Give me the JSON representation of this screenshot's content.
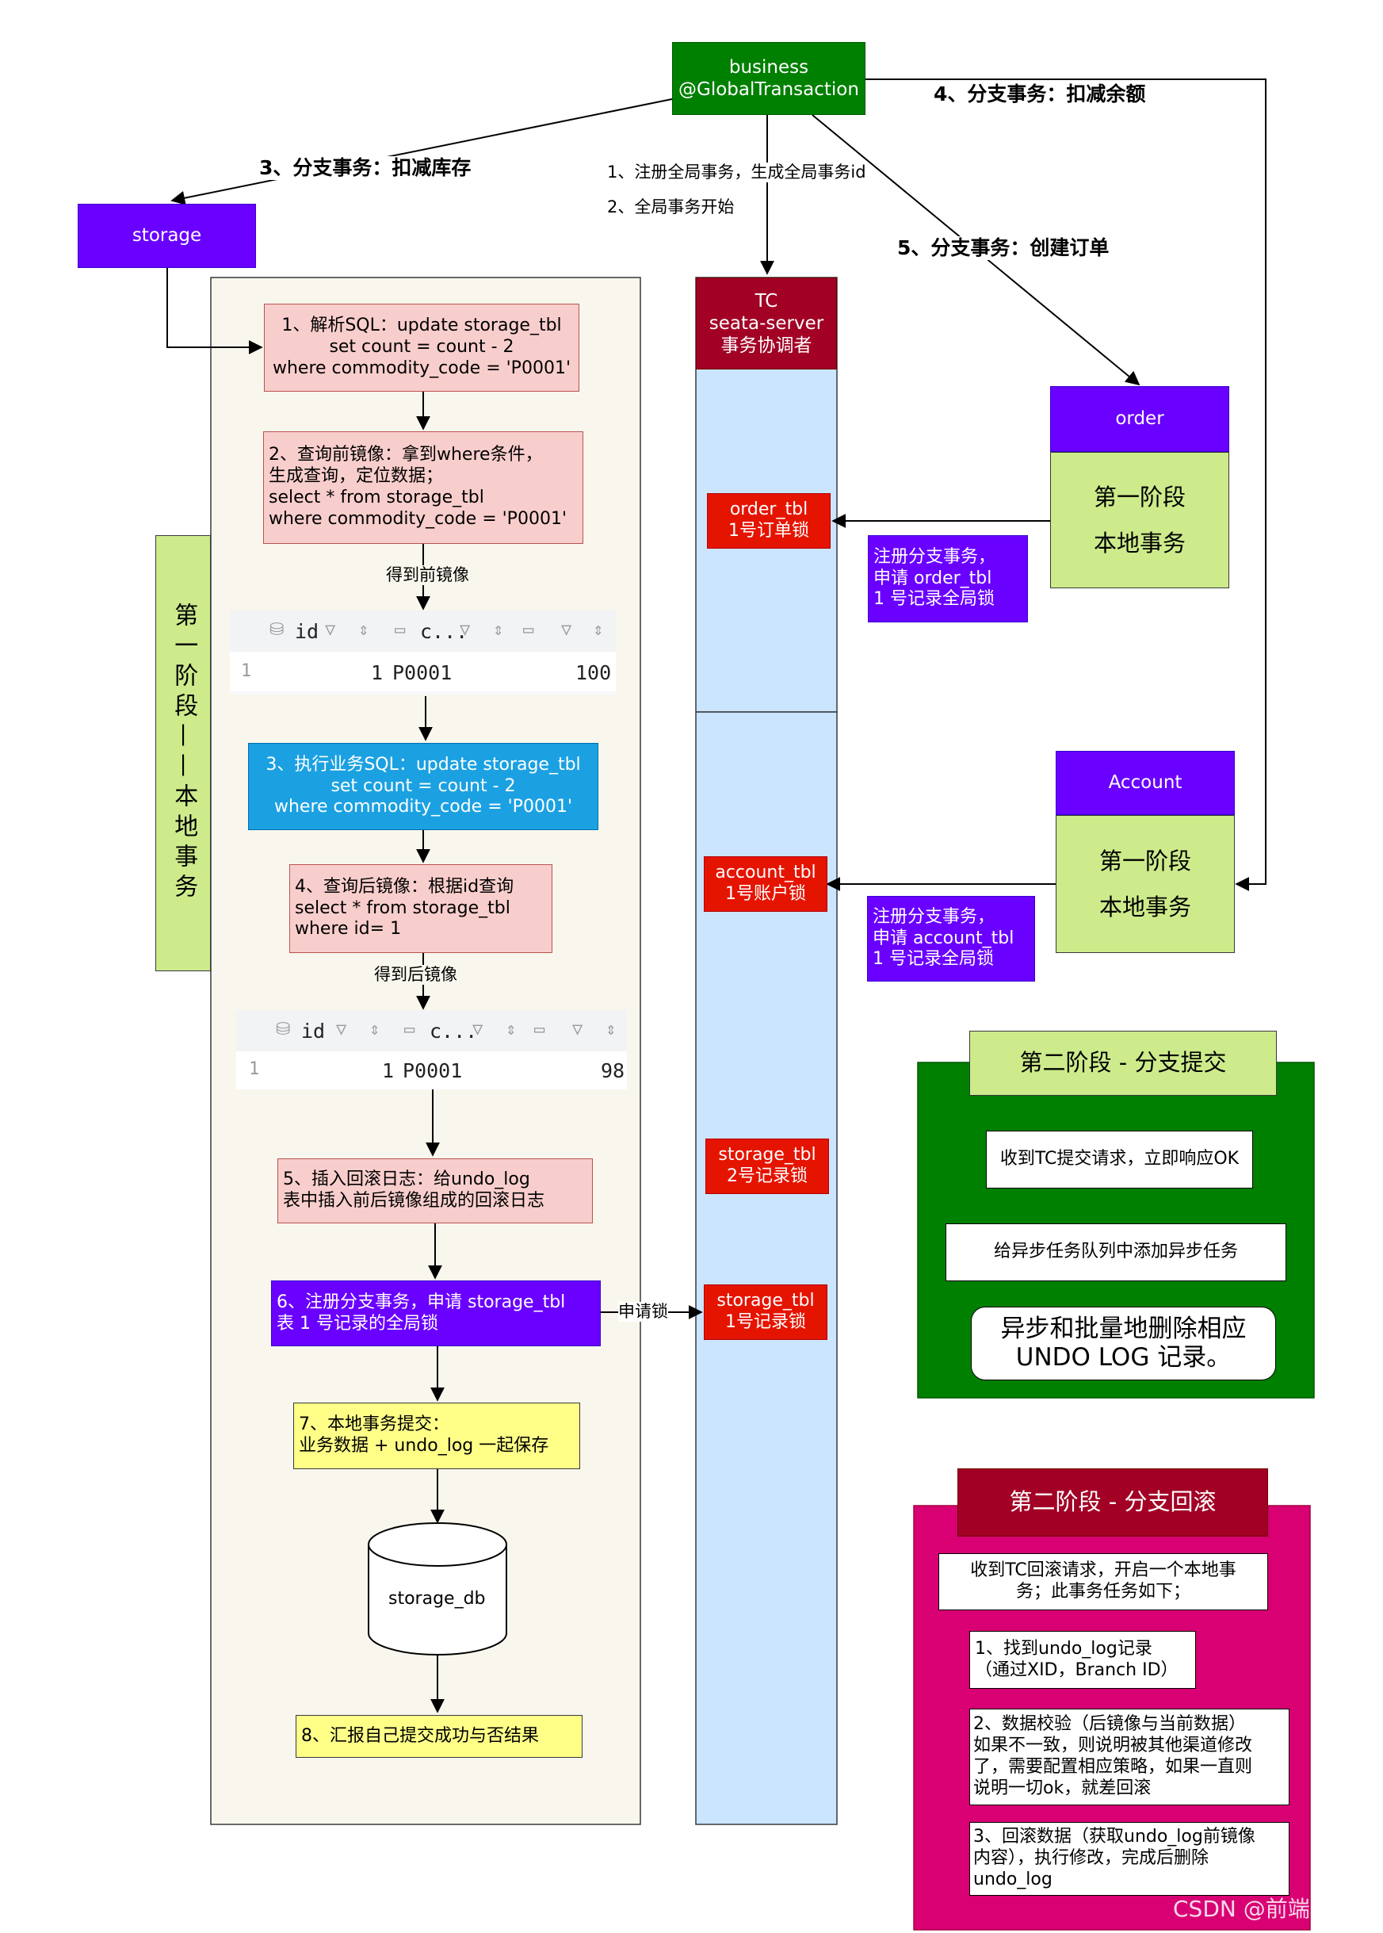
{
  "nodes": {
    "business": [
      "business",
      "@GlobalTransaction"
    ],
    "storage": [
      "storage"
    ],
    "tc": [
      "TC",
      "seata-server",
      "事务协调者"
    ],
    "order": [
      "order"
    ],
    "order_phase1": [
      "第一阶段",
      "",
      "本地事务"
    ],
    "account": [
      "Account"
    ],
    "account_phase1": [
      "第一阶段",
      "",
      "本地事务"
    ],
    "step1": [
      "1、解析SQL：update storage_tbl",
      "set count = count - 2",
      "where commodity_code = 'P0001'"
    ],
    "step2": [
      "2、查询前镜像：拿到where条件，",
      "生成查询，定位数据；",
      "select * from storage_tbl",
      "where commodity_code = 'P0001'"
    ],
    "step3": [
      "3、执行业务SQL：update storage_tbl",
      "set count = count - 2",
      "where commodity_code = 'P0001'"
    ],
    "step4": [
      "4、查询后镜像：根据id查询",
      "select * from storage_tbl",
      "where id= 1"
    ],
    "step5": [
      "5、插入回滚日志：给undo_log",
      "表中插入前后镜像组成的回滚日志"
    ],
    "step6": [
      "6、注册分支事务，申请 storage_tbl",
      "表 1 号记录的全局锁"
    ],
    "step7": [
      "7、本地事务提交：",
      "业务数据 + undo_log 一起保存"
    ],
    "storage_db": "storage_db",
    "step8": [
      "8、汇报自己提交成功与否结果"
    ],
    "phase_label": "第一阶段——本地事务",
    "lock_order": [
      "order_tbl",
      "1号订单锁"
    ],
    "lock_account": [
      "account_tbl",
      "1号账户锁"
    ],
    "lock_storage2": [
      "storage_tbl",
      "2号记录锁"
    ],
    "lock_storage1": [
      "storage_tbl",
      "1号记录锁"
    ],
    "reg_order": [
      "注册分支事务，",
      "申请 order_tbl",
      "1 号记录全局锁"
    ],
    "reg_account": [
      "注册分支事务，",
      "申请 account_tbl",
      "1 号记录全局锁"
    ]
  },
  "edge_labels": {
    "branch_stock": "3、分支事务：扣减库存",
    "branch_balance": "4、分支事务：扣减余额",
    "branch_order": "5、分支事务：创建订单",
    "register_global": "1、注册全局事务，生成全局事务id",
    "global_start": "2、全局事务开始",
    "before_image_got": "得到前镜像",
    "after_image_got": "得到后镜像",
    "apply_lock": "申请锁"
  },
  "tables": {
    "before": {
      "headers": [
        "id",
        "c...",
        ""
      ],
      "row_num": "1",
      "cells": [
        "1",
        "P0001",
        "100"
      ]
    },
    "after": {
      "headers": [
        "id",
        "c...",
        ""
      ],
      "row_num": "1",
      "cells": [
        "1",
        "P0001",
        "98"
      ]
    }
  },
  "commit_panel": {
    "title": "第二阶段 - 分支提交",
    "items": [
      [
        "收到TC提交请求，立即响应OK"
      ],
      [
        "给异步任务队列中添加异步任务"
      ],
      [
        "异步和批量地删除相应",
        "UNDO LOG 记录。"
      ]
    ]
  },
  "rollback_panel": {
    "title": "第二阶段 - 分支回滚",
    "items": [
      [
        "收到TC回滚请求，开启一个本地事",
        "务；此事务任务如下；"
      ],
      [
        "1、找到undo_log记录",
        "（通过XID，Branch ID）"
      ],
      [
        "2、数据校验（后镜像与当前数据）",
        "如果不一致，则说明被其他渠道修改",
        "了，需要配置相应策略，如果一直则",
        "说明一切ok，就差回滚"
      ],
      [
        "3、回滚数据（获取undo_log前镜像",
        "内容），执行修改，完成后删除",
        "undo_log"
      ]
    ]
  },
  "watermark": "CSDN @前端小马",
  "colors": {
    "green_dark": "#008000",
    "purple": "#6a00ff",
    "maroon": "#a20025",
    "light_blue": "#cce5ff",
    "pink": "#f8cecc",
    "cyan": "#1ba1e2",
    "yellow": "#ffff88",
    "red": "#e51400",
    "light_green": "#cdeb8b",
    "magenta": "#d80073",
    "cream": "#f9f7ed"
  }
}
